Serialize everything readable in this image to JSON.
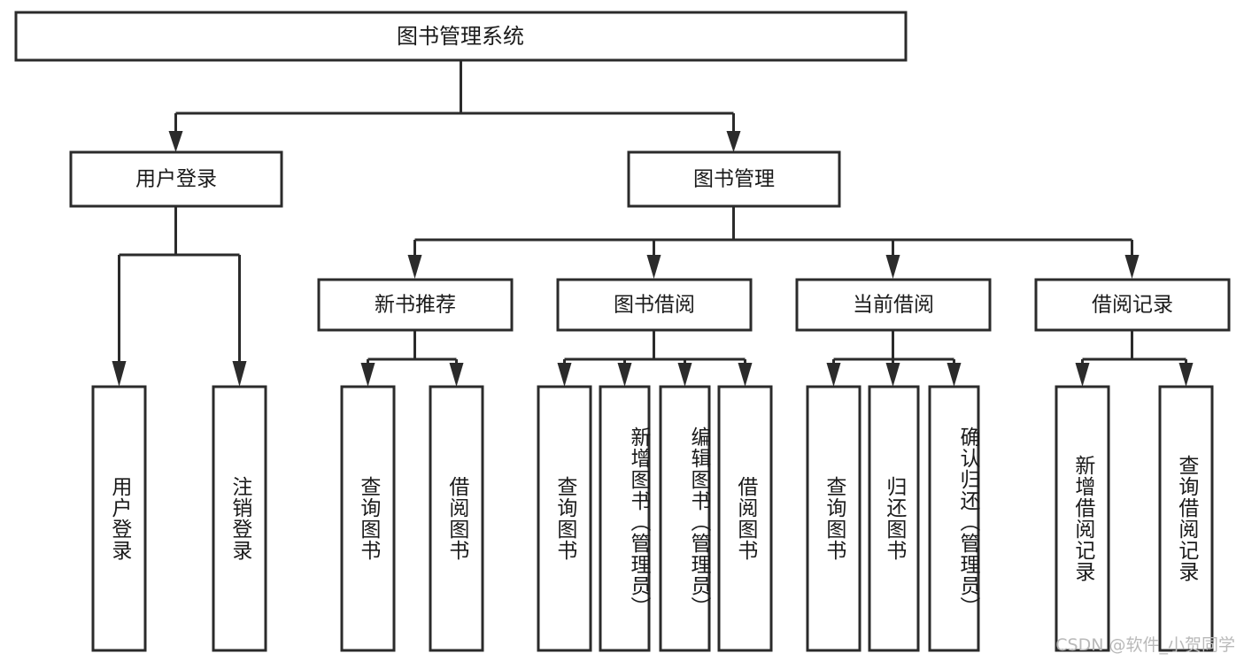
{
  "diagram": {
    "title": "图书管理系统",
    "type": "hierarchy-tree",
    "levels": 4,
    "root": {
      "id": "root",
      "label": "图书管理系统",
      "orientation": "horizontal"
    },
    "level2": [
      {
        "id": "user-login",
        "label": "用户登录",
        "orientation": "horizontal"
      },
      {
        "id": "book-manage",
        "label": "图书管理",
        "orientation": "horizontal"
      }
    ],
    "level3": [
      {
        "id": "new-book-recommend",
        "label": "新书推荐",
        "orientation": "horizontal",
        "parent": "book-manage"
      },
      {
        "id": "book-borrow",
        "label": "图书借阅",
        "orientation": "horizontal",
        "parent": "book-manage"
      },
      {
        "id": "current-borrow",
        "label": "当前借阅",
        "orientation": "horizontal",
        "parent": "book-manage"
      },
      {
        "id": "borrow-record",
        "label": "借阅记录",
        "orientation": "horizontal",
        "parent": "book-manage"
      }
    ],
    "leaves": [
      {
        "id": "leaf-user-login",
        "label": "用户登录",
        "parent": "user-login",
        "orientation": "vertical"
      },
      {
        "id": "leaf-user-logout",
        "label": "注销登录",
        "parent": "user-login",
        "orientation": "vertical"
      },
      {
        "id": "leaf-query-book-1",
        "label": "查询图书",
        "parent": "new-book-recommend",
        "orientation": "vertical"
      },
      {
        "id": "leaf-borrow-book-1",
        "label": "借阅图书",
        "parent": "new-book-recommend",
        "orientation": "vertical"
      },
      {
        "id": "leaf-query-book-2",
        "label": "查询图书",
        "parent": "book-borrow",
        "orientation": "vertical"
      },
      {
        "id": "leaf-add-book",
        "label": "新增图书（管理员）",
        "parent": "book-borrow",
        "orientation": "vertical"
      },
      {
        "id": "leaf-edit-book",
        "label": "编辑图书（管理员）",
        "parent": "book-borrow",
        "orientation": "vertical"
      },
      {
        "id": "leaf-borrow-book-2",
        "label": "借阅图书",
        "parent": "book-borrow",
        "orientation": "vertical"
      },
      {
        "id": "leaf-query-book-3",
        "label": "查询图书",
        "parent": "current-borrow",
        "orientation": "vertical"
      },
      {
        "id": "leaf-return-book",
        "label": "归还图书",
        "parent": "current-borrow",
        "orientation": "vertical"
      },
      {
        "id": "leaf-confirm-return",
        "label": "确认归还（管理员）",
        "parent": "current-borrow",
        "orientation": "vertical"
      },
      {
        "id": "leaf-add-record",
        "label": "新增借阅记录",
        "parent": "borrow-record",
        "orientation": "vertical"
      },
      {
        "id": "leaf-query-record",
        "label": "查询借阅记录",
        "parent": "borrow-record",
        "orientation": "vertical"
      }
    ],
    "colors": {
      "box_stroke": "#2b2b2b",
      "box_fill": "#ffffff",
      "connector": "#2b2b2b",
      "text": "#1a1a1a",
      "background": "#ffffff",
      "watermark": "#b9b9b9"
    }
  },
  "watermark": {
    "text": "CSDN @软件_小贺同学"
  }
}
